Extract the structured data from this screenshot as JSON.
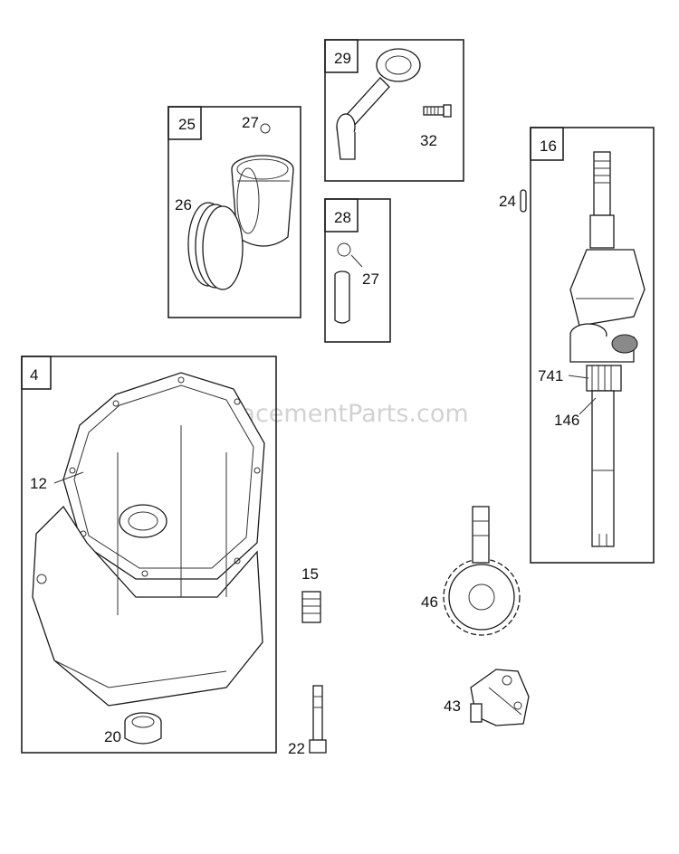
{
  "watermark": "eReplacementParts.com",
  "boxes": {
    "b25": "25",
    "b29": "29",
    "b28": "28",
    "b16": "16",
    "b4": "4"
  },
  "callouts": {
    "c27a": "27",
    "c26": "26",
    "c32": "32",
    "c27b": "27",
    "c24": "24",
    "c741": "741",
    "c146": "146",
    "c12": "12",
    "c15": "15",
    "c46": "46",
    "c43": "43",
    "c20": "20",
    "c22": "22"
  }
}
